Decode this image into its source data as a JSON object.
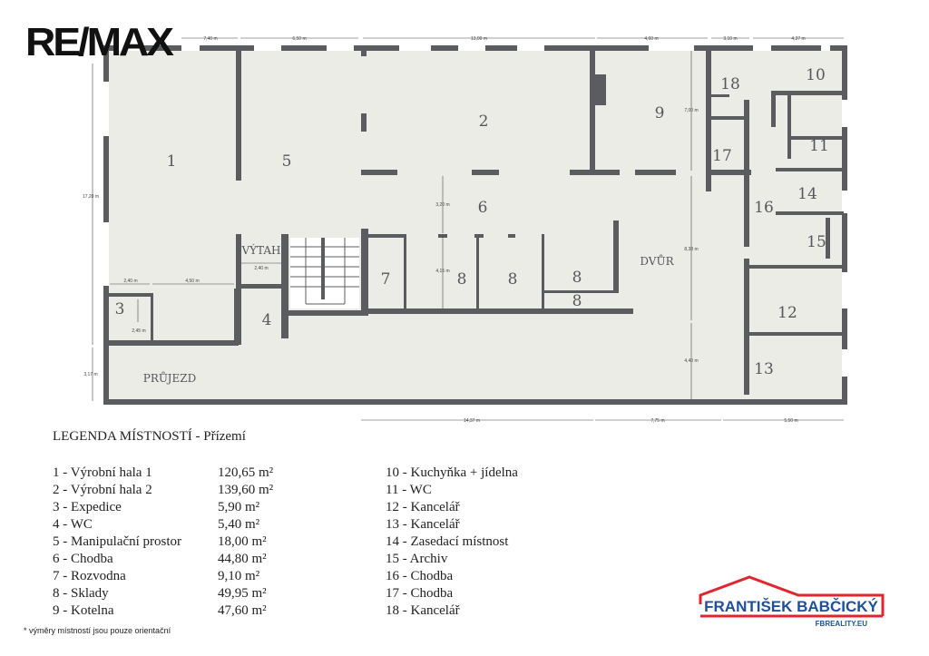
{
  "brand_logo": "RE/MAX",
  "plan": {
    "rooms": {
      "r1": "1",
      "r2": "2",
      "r3": "3",
      "r4": "4",
      "r5": "5",
      "r6": "6",
      "r7": "7",
      "r8a": "8",
      "r8b": "8",
      "r8c": "8",
      "r8d": "8",
      "r9": "9",
      "r10": "10",
      "r11": "11",
      "r12": "12",
      "r13": "13",
      "r14": "14",
      "r15": "15",
      "r16": "16",
      "r17": "17",
      "r18": "18"
    },
    "labels": {
      "lift": "VÝTAH",
      "passage": "PRŮJEZD",
      "yard": "DVŮR"
    },
    "dimensions": {
      "top1": "7,40 m",
      "top2": "6,50 m",
      "top3": "13,00 m",
      "top4": "4,60 m",
      "top5": "3,10 m",
      "top6": "4,37 m",
      "left1": "17,20 m",
      "left2": "3,17 m",
      "h1": "2,40 m",
      "h2": "4,50 m",
      "room3": "2,45 m",
      "lift": "2,40 m",
      "corr": "3,20 m",
      "store": "4,15 m",
      "boiler": "7,00 m",
      "yard1": "8,38 m",
      "yard2": "4,40 m",
      "bot1": "14,37 m",
      "bot2": "7,75 m",
      "bot3": "5,50 m"
    }
  },
  "legend": {
    "title": "LEGENDA MÍSTNOSTÍ - Přízemí",
    "left": [
      {
        "name": "1 - Výrobní hala 1",
        "area": "120,65 m²"
      },
      {
        "name": "2 - Výrobní hala 2",
        "area": "139,60 m²"
      },
      {
        "name": "3 - Expedice",
        "area": "5,90 m²"
      },
      {
        "name": "4 - WC",
        "area": "5,40 m²"
      },
      {
        "name": "5 - Manipulační prostor",
        "area": "18,00 m²"
      },
      {
        "name": "6 - Chodba",
        "area": "44,80 m²"
      },
      {
        "name": "7 - Rozvodna",
        "area": "9,10 m²"
      },
      {
        "name": "8 - Sklady",
        "area": "49,95 m²"
      },
      {
        "name": "9 - Kotelna",
        "area": "47,60 m²"
      }
    ],
    "right": [
      "10 - Kuchyňka + jídelna",
      "11 - WC",
      "12 - Kancelář",
      "13 - Kancelář",
      "14 - Zasedací místnost",
      "15 - Archiv",
      "16 - Chodba",
      "17 - Chodba",
      "18 - Kancelář"
    ],
    "note": "* výměry místností jsou pouze orientační"
  },
  "agency_logo": {
    "name": "FRANTIŠEK BABČICKÝ",
    "url": "FBREALITY.EU"
  },
  "colors": {
    "wall": "#5a5c60",
    "floor": "#ecece6",
    "logo_red": "#e0252d",
    "logo_blue": "#1d4f9c"
  }
}
